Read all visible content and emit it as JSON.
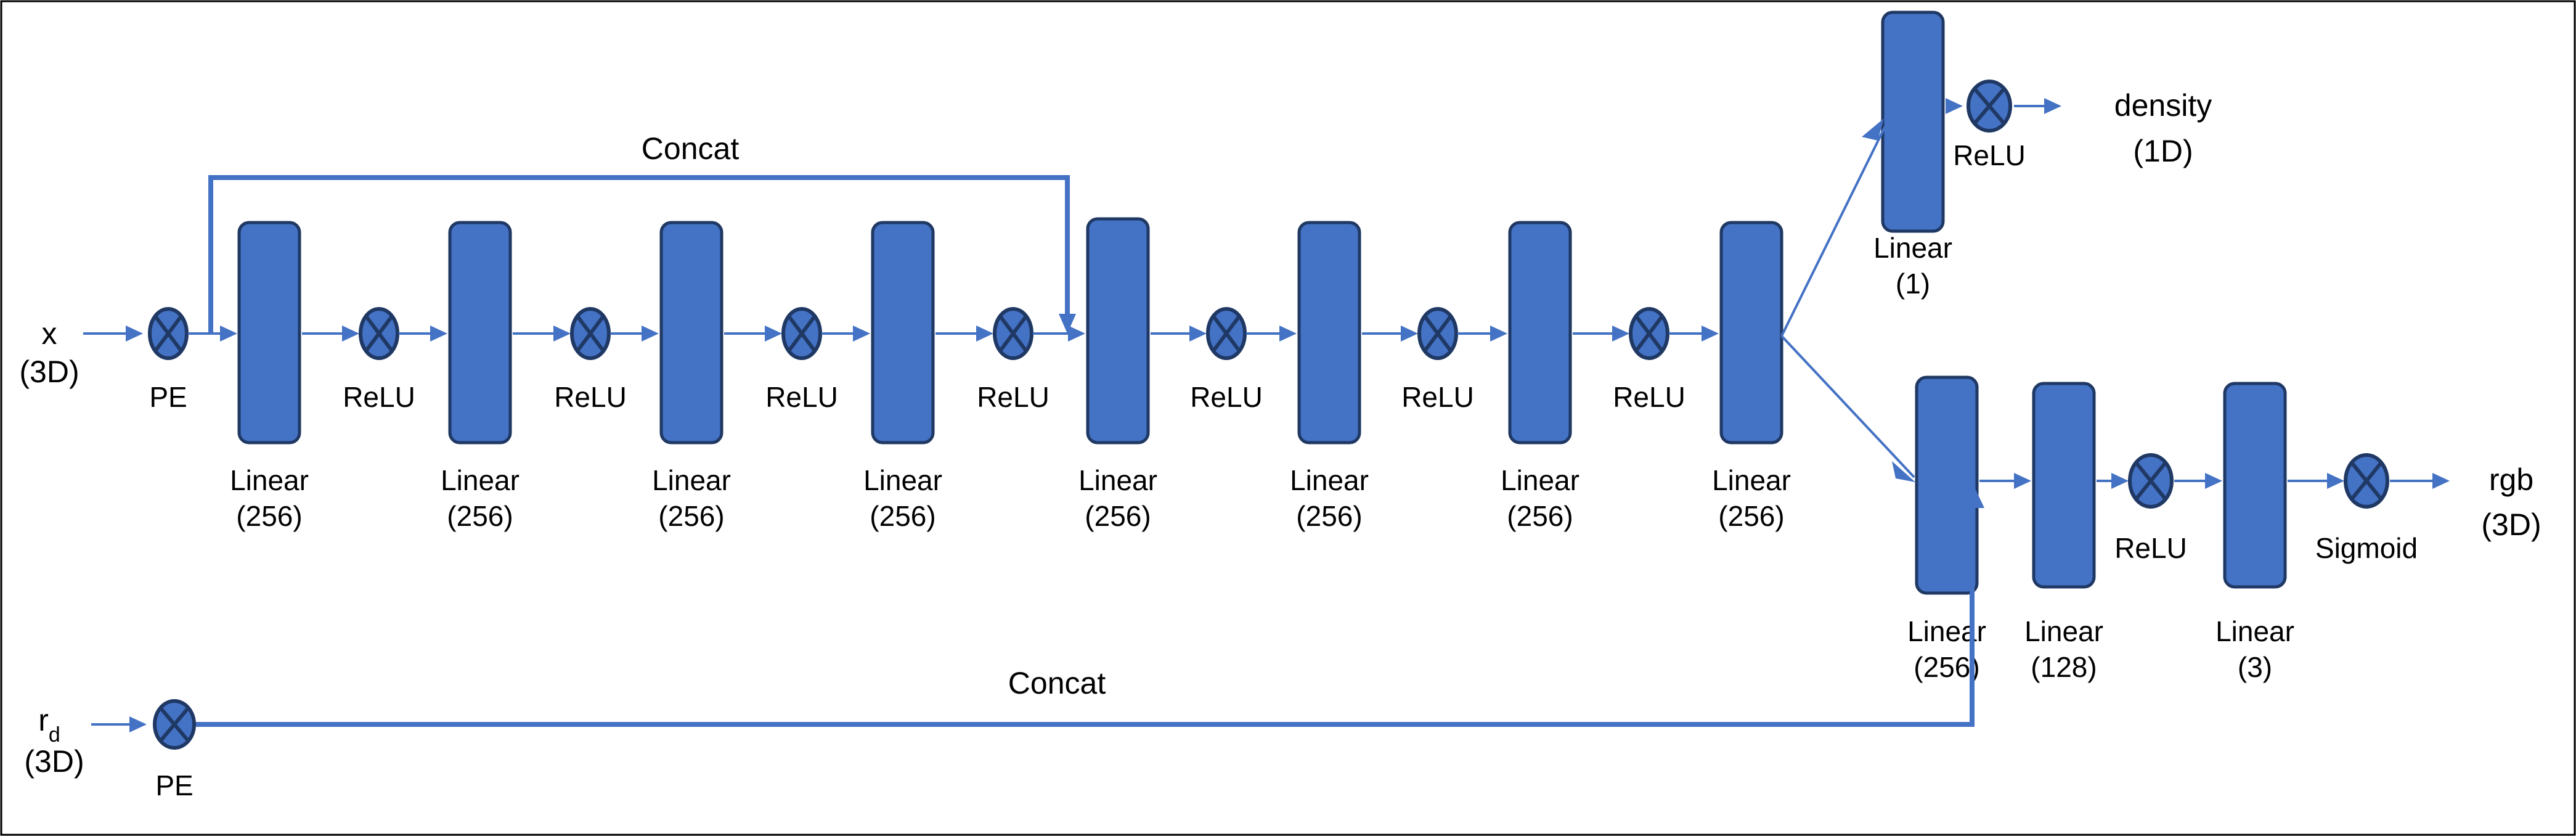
{
  "figure": {
    "title": "NeRF MLP network architecture",
    "background_color": "#FFFFFF",
    "block_fill_color": "#4472C4",
    "block_border_color": "#1F3864",
    "arrow_color": "#4472C4",
    "text_color": "#000000"
  },
  "inputs": [
    {
      "id": "input-x",
      "name": "x",
      "name_main": "x",
      "name_sub": "",
      "dim": "(3D)",
      "encoder_label": "PE",
      "encoder_icon": "crossed-circle-icon"
    },
    {
      "id": "input-rd",
      "name": "r_d",
      "name_main": "r",
      "name_sub": "d",
      "dim": "(3D)",
      "encoder_label": "PE",
      "encoder_icon": "crossed-circle-icon"
    }
  ],
  "trunk": {
    "blocks": [
      {
        "label": "Linear",
        "size": "(256)"
      },
      {
        "label": "Linear",
        "size": "(256)"
      },
      {
        "label": "Linear",
        "size": "(256)"
      },
      {
        "label": "Linear",
        "size": "(256)"
      },
      {
        "label": "Linear",
        "size": "(256)"
      },
      {
        "label": "Linear",
        "size": "(256)"
      },
      {
        "label": "Linear",
        "size": "(256)"
      },
      {
        "label": "Linear",
        "size": "(256)"
      }
    ],
    "activations": [
      {
        "label": "ReLU"
      },
      {
        "label": "ReLU"
      },
      {
        "label": "ReLU"
      },
      {
        "label": "ReLU"
      },
      {
        "label": "ReLU"
      },
      {
        "label": "ReLU"
      },
      {
        "label": "ReLU"
      }
    ]
  },
  "skip_connections": [
    {
      "id": "skip-x-concat",
      "label": "Concat",
      "from": "PE(x)",
      "to": "Linear 5"
    },
    {
      "id": "skip-rd-concat",
      "label": "Concat",
      "from": "PE(r_d)",
      "to": "Linear(256) head"
    }
  ],
  "density_branch": {
    "blocks": [
      {
        "label": "Linear",
        "size": "(1)"
      }
    ],
    "activation": {
      "label": "ReLU"
    },
    "output": {
      "name": "density",
      "dim": "(1D)"
    }
  },
  "color_branch": {
    "blocks": [
      {
        "label": "Linear",
        "size": "(256)"
      },
      {
        "label": "Linear",
        "size": "(128)"
      },
      {
        "label": "Linear",
        "size": "(3)"
      }
    ],
    "activations": [
      {
        "label": "ReLU"
      },
      {
        "label": "Sigmoid"
      }
    ],
    "output": {
      "name": "rgb",
      "dim": "(3D)"
    }
  },
  "chart_data": {
    "type": "diagram",
    "title": "NeRF MLP network architecture",
    "nodes": [
      "x (3D)",
      "PE",
      "Linear (256)",
      "ReLU",
      "Linear (256)",
      "ReLU",
      "Linear (256)",
      "ReLU",
      "Linear (256)",
      "ReLU",
      "Linear (256)",
      "ReLU",
      "Linear (256)",
      "ReLU",
      "Linear (256)",
      "ReLU",
      "Linear (256)",
      "Linear (1)",
      "ReLU",
      "density (1D)",
      "Linear (256)",
      "Linear (128)",
      "ReLU",
      "Linear (3)",
      "Sigmoid",
      "rgb (3D)",
      "r_d (3D)",
      "PE"
    ],
    "edges": [
      "x -> PE",
      "PE -> Linear(256)#1",
      "trunk chain of 8 Linear(256) with 7 ReLU",
      "PE(x) -Concat-> Linear(256)#5",
      "Linear(256)#8 -> Linear(1) -> ReLU -> density",
      "Linear(256)#8 -> Linear(256) head -> Linear(128) -> ReLU -> Linear(3) -> Sigmoid -> rgb",
      "r_d -> PE -Concat-> between Linear(256) head and Linear(128)"
    ]
  }
}
